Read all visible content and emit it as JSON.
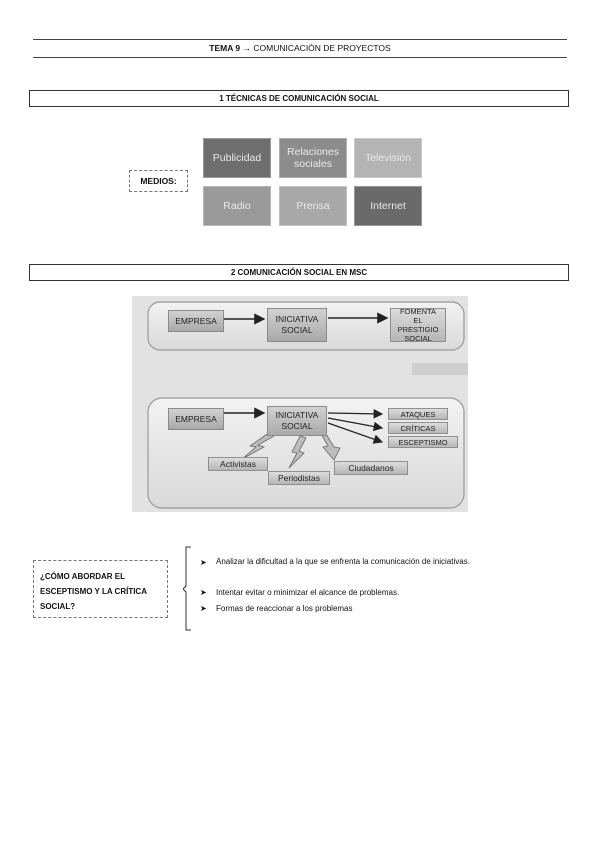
{
  "header": {
    "topic": "TEMA 9",
    "arrow": "→",
    "title": "COMUNICACIÓN DE PROYECTOS"
  },
  "section1": {
    "title": "1  TÉCNICAS DE COMUNICACIÓN SOCIAL"
  },
  "medios": {
    "label": "MEDIOS:",
    "tiles": [
      {
        "label": "Publicidad",
        "color": "#6e6e6e"
      },
      {
        "label": "Relaciones sociales",
        "color": "#8c8c8c"
      },
      {
        "label": "Televisión",
        "color": "#b4b4b4"
      },
      {
        "label": "Radio",
        "color": "#9a9a9a"
      },
      {
        "label": "Prensa",
        "color": "#a8a8a8"
      },
      {
        "label": "Internet",
        "color": "#6a6a6a"
      }
    ]
  },
  "section2": {
    "title": "2  COMUNICACIÓN SOCIAL EN MSC"
  },
  "diagram": {
    "top": {
      "empresa": "EMPRESA",
      "iniciativa": "INICIATIVA SOCIAL",
      "fomenta": "FOMENTA EL PRESTIGIO SOCIAL"
    },
    "bottom": {
      "empresa": "EMPRESA",
      "iniciativa": "INICIATIVA SOCIAL",
      "outcomes": [
        "ATAQUES",
        "CRÍTICAS",
        "ESCEPTISMO"
      ],
      "actors": [
        "Activistas",
        "Periodistas",
        "Ciudadanos"
      ]
    }
  },
  "question": {
    "text": "¿CÓMO ABORDAR EL ESCEPTISMO Y LA CRÍTICA SOCIAL?",
    "bullet_symbol": "➤",
    "items": [
      "Analizar la dificultad a la que se enfrenta la comunicación de iniciativas.",
      "Intentar evitar o minimizar el alcance de problemas.",
      "Formas de reaccionar a los problemas"
    ]
  }
}
